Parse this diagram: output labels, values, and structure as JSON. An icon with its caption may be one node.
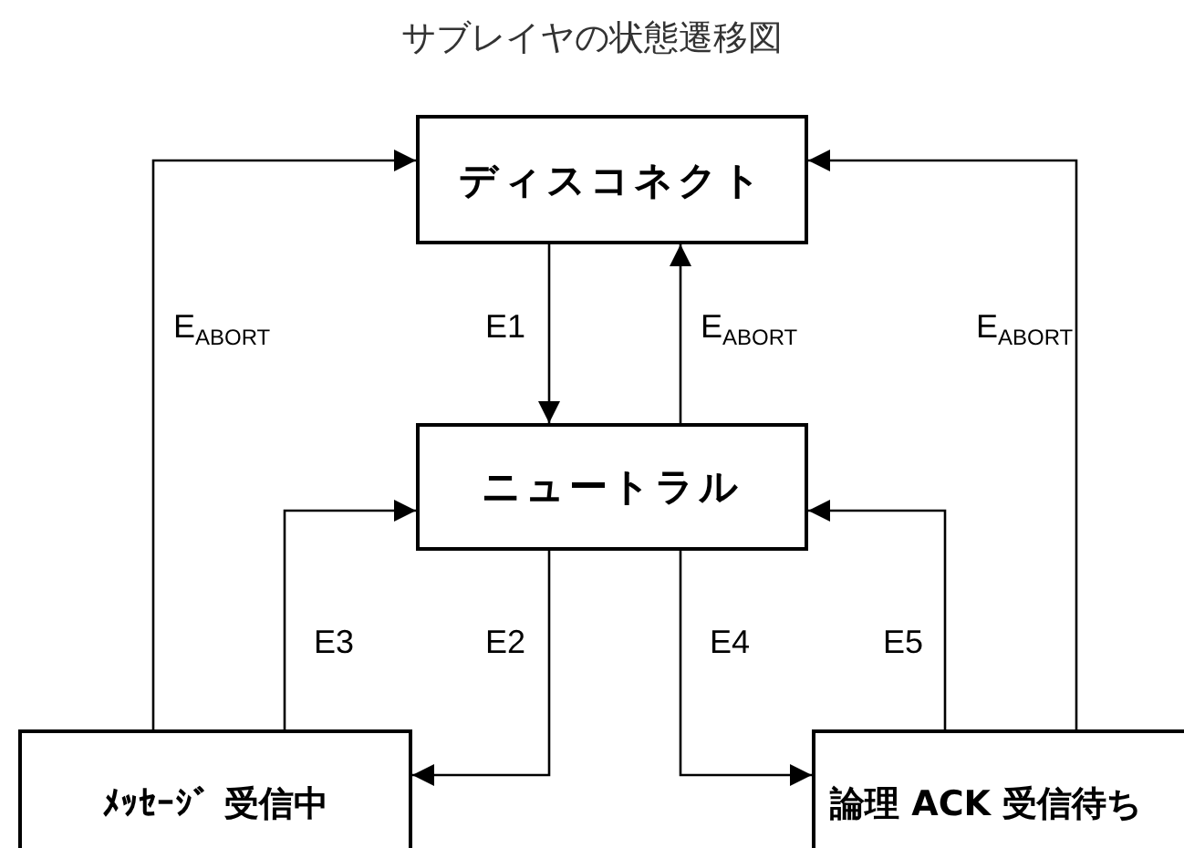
{
  "diagram": {
    "title": "サブレイヤの状態遷移図",
    "nodes": [
      {
        "text": [
          "ディスコネクト"
        ]
      },
      {
        "text": [
          "ニュートラル"
        ]
      },
      {
        "text": [
          "ﾒｯｾｰｼﾞ 受信中"
        ]
      },
      {
        "text": [
          "論理 ACK 受信待ち"
        ]
      }
    ],
    "edges": [
      {
        "from": 0,
        "to": 1,
        "arrow": "to",
        "label": "E1"
      },
      {
        "from": 1,
        "to": 0,
        "arrow": "to",
        "label": "E$_{ABORT}$"
      },
      {
        "from": 2,
        "to": 0,
        "arrow": "to",
        "label": "E$_{ABORT}$"
      },
      {
        "from": 3,
        "to": 0,
        "arrow": "to",
        "label": "E$_{ABORT}$"
      },
      {
        "from": 1,
        "to": 2,
        "arrow": "to",
        "label": "E2"
      },
      {
        "from": 2,
        "to": 1,
        "arrow": "to",
        "label": "E3"
      },
      {
        "from": 1,
        "to": 3,
        "arrow": "to",
        "label": "E4"
      },
      {
        "from": 3,
        "to": 1,
        "arrow": "to",
        "label": "E5"
      }
    ]
  }
}
